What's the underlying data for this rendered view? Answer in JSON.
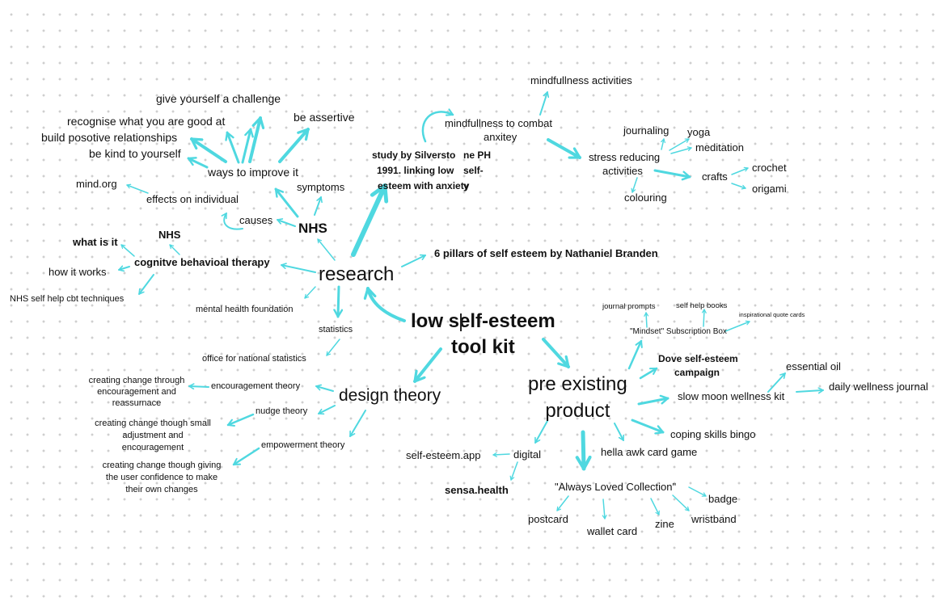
{
  "central": {
    "line1": "low self-esteem",
    "line2": "tool kit"
  },
  "research": {
    "title": "research",
    "study": {
      "line1": "study by Silversto",
      "line2": "1991. linking low",
      "line3": "esteem with anxiety",
      "overlap": "ne PH",
      "overlap2": "self-",
      "overlap3": "y"
    },
    "pillars": "6 pillars of self esteem by Nathaniel Branden",
    "nhs": "NHS",
    "symptoms": "symptoms",
    "causes": "causes",
    "effects": "effects on individual",
    "mind": "mind.org",
    "ways": "ways to improve it",
    "improve_items": [
      "give yourself a challenge",
      "recognise what you are good at",
      "build posotive relationships",
      "be kind to yourself",
      "be assertive"
    ],
    "cbt": {
      "nhs": "NHS",
      "title": "cognitve behavioal therapy",
      "what": "what is it",
      "how": "how it works",
      "self_help": "NHS self help cbt techniques"
    },
    "mhf": "mental health foundation",
    "statistics": "statistics",
    "ons": "office for national statistics"
  },
  "mindfulness": {
    "combat": {
      "line1": "mindfullness to combat",
      "line2": "anxitey"
    },
    "activities": "mindfullness activities",
    "stress": {
      "line1": "stress reducing",
      "line2": "activities"
    },
    "journaling": "journaling",
    "yoga": "yoga",
    "meditation": "meditation",
    "crafts": "crafts",
    "crochet": "crochet",
    "origami": "origami",
    "colouring": "colouring"
  },
  "design": {
    "title": "design theory",
    "encouragement": "encouragement  theory",
    "encouragement_desc": {
      "line1": "creating change through",
      "line2": "encouragement  and",
      "line3": "reassurnace"
    },
    "nudge": "nudge theory",
    "nudge_desc": {
      "line1": "creating change though small",
      "line2": "adjustment and",
      "line3": "encouragement"
    },
    "empowerment": "empowerment theory",
    "empowerment_desc": {
      "line1": "creating change though giving",
      "line2": "the user confidence to make",
      "line3": "their own changes"
    }
  },
  "products": {
    "title": {
      "line1": "pre existing",
      "line2": "product"
    },
    "mindset": "\"Mindset\" Subscription Box",
    "journal_prompts": "journal prompts",
    "self_help_books": "self help books",
    "quote_cards": "inspirational quote cards",
    "dove": {
      "line1": "Dove self-esteem",
      "line2": "campaign"
    },
    "slow_moon": "slow moon wellness kit",
    "essential_oil": "essential oil",
    "daily_journal": "daily wellness journal",
    "bingo": "coping skills bingo",
    "hella": "hella awk card game",
    "digital": "digital",
    "self_esteem_app": "self-esteem.app",
    "sensa": "sensa.health",
    "always_loved": "\"Always Loved Collection\"",
    "badge": "badge",
    "wristband": "wristband",
    "zine": "zine",
    "wallet": "wallet card",
    "postcard": "postcard"
  },
  "colors": {
    "arrow": "#4fd8e0",
    "text": "#111111",
    "dots": "#cfcfcf"
  }
}
